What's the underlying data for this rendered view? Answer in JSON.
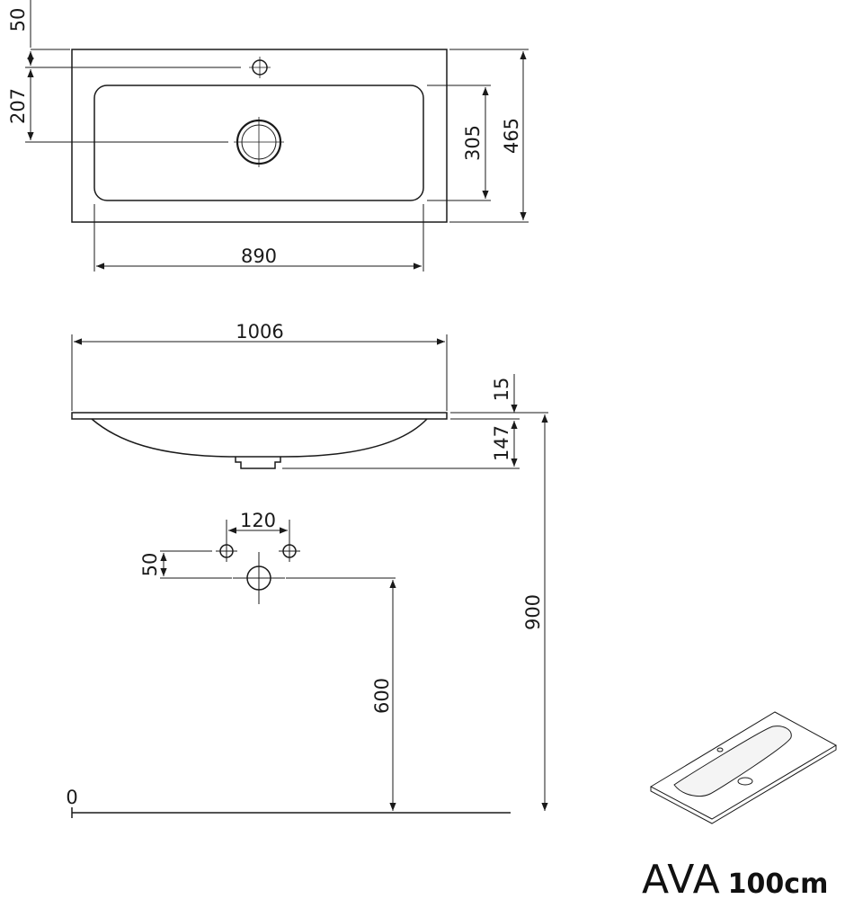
{
  "top_view": {
    "dim_tap_offset": "50",
    "dim_drain_offset": "207",
    "dim_bowl_depth": "305",
    "dim_total_depth": "465",
    "dim_bowl_width": "890"
  },
  "side_view": {
    "dim_total_width": "1006",
    "dim_top_thickness": "15",
    "dim_bowl_height": "147",
    "dim_tap_spacing": "120",
    "dim_tap_height": "50",
    "dim_drain_height": "600",
    "dim_mount_height": "900",
    "floor_label": "0"
  },
  "product": {
    "name": "AVA",
    "size": "100cm"
  },
  "colors": {
    "line": "#1a1a1a",
    "background": "#ffffff"
  }
}
